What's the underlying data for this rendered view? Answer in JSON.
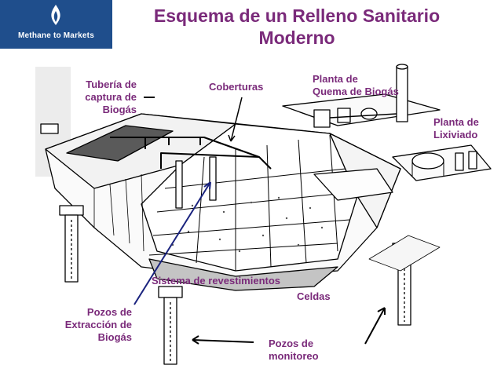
{
  "header": {
    "title_line1": "Esquema de un Relleno Sanitario",
    "title_line2": "Moderno",
    "brand": "Methane to Markets"
  },
  "labels": {
    "tuberia": [
      "Tubería de",
      "captura de",
      "Biogás"
    ],
    "coberturas": "Coberturas",
    "planta_quema": [
      "Planta de",
      "Quema de Biogás"
    ],
    "planta_lixiviado": [
      "Planta de",
      "Lixiviado"
    ],
    "sistema_revestimientos": "Sistema de revestimientos",
    "celdas": "Celdas",
    "pozos_extraccion": [
      "Pozos de",
      "Extracción de",
      "Biogás"
    ],
    "pozos_monitoreo": [
      "Pozos de",
      "monitoreo"
    ]
  },
  "colors": {
    "title": "#7a2a7a",
    "label": "#7a2a7a",
    "logo_bg": "#1f4e8c",
    "arrow_blue": "#1a237e"
  }
}
